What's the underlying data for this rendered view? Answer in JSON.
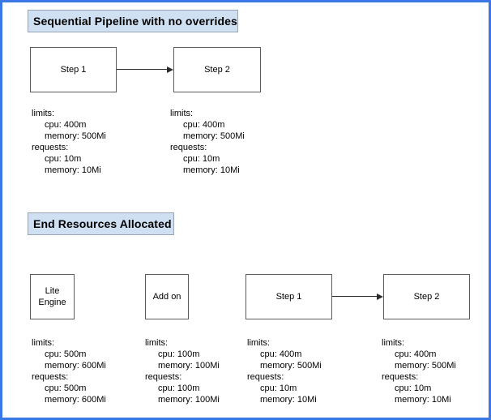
{
  "frame": {
    "border_color": "#3b78e7",
    "background": "#ffffff"
  },
  "sections": {
    "pipeline": {
      "header_label": "Sequential Pipeline with no overrides",
      "nodes": [
        {
          "label": "Step 1"
        },
        {
          "label": "Step 2"
        }
      ],
      "resources": [
        {
          "limits_label": "limits:",
          "limits_cpu": "cpu: 400m",
          "limits_memory": "memory: 500Mi",
          "requests_label": "requests:",
          "requests_cpu": "cpu: 10m",
          "requests_memory": "memory: 10Mi"
        },
        {
          "limits_label": "limits:",
          "limits_cpu": "cpu: 400m",
          "limits_memory": "memory: 500Mi",
          "requests_label": "requests:",
          "requests_cpu": "cpu: 10m",
          "requests_memory": "memory: 10Mi"
        }
      ]
    },
    "end_resources": {
      "header_label": "End Resources Allocated",
      "nodes": [
        {
          "label": "Lite\nEngine"
        },
        {
          "label": "Add on"
        },
        {
          "label": "Step 1"
        },
        {
          "label": "Step 2"
        }
      ],
      "resources": [
        {
          "limits_label": "limits:",
          "limits_cpu": "cpu: 500m",
          "limits_memory": "memory: 600Mi",
          "requests_label": "requests:",
          "requests_cpu": "cpu: 500m",
          "requests_memory": "memory: 600Mi"
        },
        {
          "limits_label": "limits:",
          "limits_cpu": "cpu: 100m",
          "limits_memory": "memory: 100Mi",
          "requests_label": "requests:",
          "requests_cpu": "cpu: 100m",
          "requests_memory": "memory: 100Mi"
        },
        {
          "limits_label": "limits:",
          "limits_cpu": "cpu: 400m",
          "limits_memory": "memory: 500Mi",
          "requests_label": "requests:",
          "requests_cpu": "cpu: 10m",
          "requests_memory": "memory: 10Mi"
        },
        {
          "limits_label": "limits:",
          "limits_cpu": "cpu: 400m",
          "limits_memory": "memory: 500Mi",
          "requests_label": "requests:",
          "requests_cpu": "cpu: 10m",
          "requests_memory": "memory: 10Mi"
        }
      ]
    }
  },
  "connectors": [
    {
      "name": "arrow-step1-to-step2-pipeline",
      "icon": "arrow-right-icon"
    },
    {
      "name": "arrow-step1-to-step2-end",
      "icon": "arrow-right-icon"
    }
  ]
}
